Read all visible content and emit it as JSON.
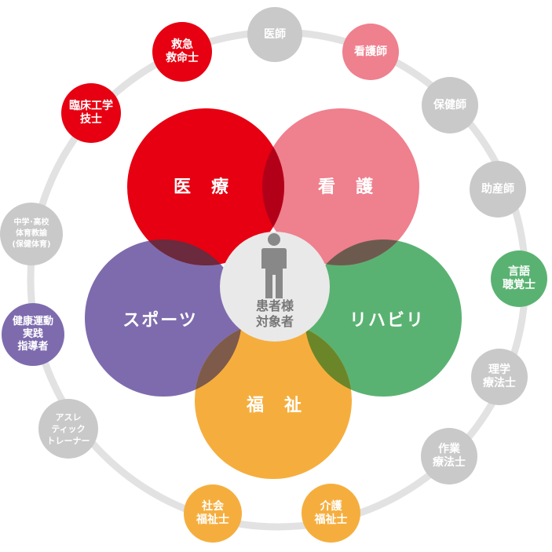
{
  "petals": [
    {
      "key": "iryo",
      "label": "医　療",
      "color": "#e60012"
    },
    {
      "key": "kango",
      "label": "看　護",
      "color": "#ef808e"
    },
    {
      "key": "rihabiri",
      "label": "リハビリ",
      "color": "#5ab272"
    },
    {
      "key": "fukushi",
      "label": "福　祉",
      "color": "#f5ae3e"
    },
    {
      "key": "sports",
      "label": "スポーツ",
      "color": "#7e6bae"
    }
  ],
  "center": {
    "label": "患者様\n対象者",
    "icon": "person-icon"
  },
  "professions": [
    {
      "key": "ishi",
      "label": "医師",
      "color": "#c9c9c9"
    },
    {
      "key": "kangoshi",
      "label": "看護師",
      "color": "#ef808e"
    },
    {
      "key": "hokenshi",
      "label": "保健師",
      "color": "#c9c9c9"
    },
    {
      "key": "josanshi",
      "label": "助産師",
      "color": "#c9c9c9"
    },
    {
      "key": "gengo",
      "label": "言語\n聴覚士",
      "color": "#5ab272"
    },
    {
      "key": "rigaku",
      "label": "理学\n療法士",
      "color": "#c9c9c9"
    },
    {
      "key": "sagyo",
      "label": "作業\n療法士",
      "color": "#c9c9c9"
    },
    {
      "key": "kaigo",
      "label": "介護\n福祉士",
      "color": "#f5ae3e"
    },
    {
      "key": "shakai",
      "label": "社会\n福祉士",
      "color": "#f5ae3e"
    },
    {
      "key": "athletic",
      "label": "アスレ\nティック\nトレーナー",
      "color": "#c9c9c9"
    },
    {
      "key": "kenko",
      "label": "健康運動\n実践\n指導者",
      "color": "#7e6bae"
    },
    {
      "key": "kyoyu",
      "label": "中学･高校\n体育教諭\n(保健体育)",
      "color": "#c9c9c9"
    },
    {
      "key": "rinsho",
      "label": "臨床工学\n技士",
      "color": "#e60012"
    },
    {
      "key": "kyukyu",
      "label": "救急\n救命士",
      "color": "#e60012"
    }
  ],
  "ring_color": "#e2e2e2"
}
